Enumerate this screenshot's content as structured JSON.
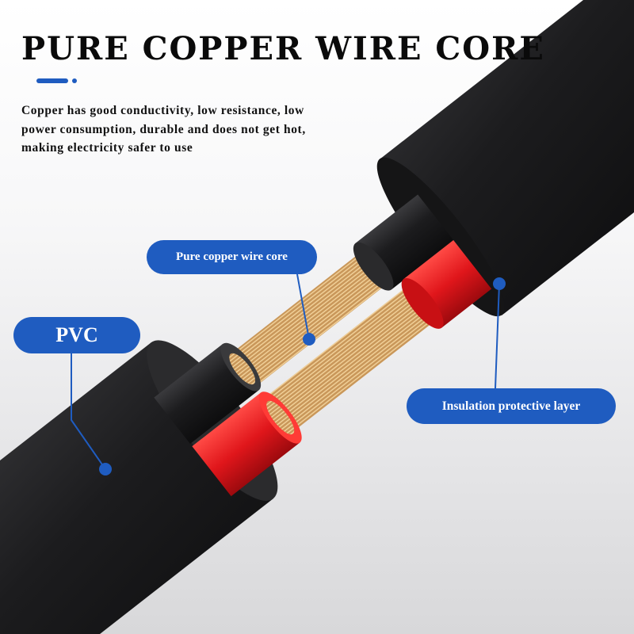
{
  "header": {
    "title": "PURE COPPER WIRE CORE",
    "description_lines": [
      "Copper has good conductivity, low resistance, low",
      "power consumption, durable and does not get hot,",
      "making electricity safer to use"
    ]
  },
  "labels": {
    "copper_core": "Pure copper wire core",
    "pvc": "PVC",
    "insulation": "Insulation protective layer"
  },
  "colors": {
    "accent": "#1f5cc0",
    "jacket": "#1b1b1d",
    "insulation_red": "#e0161b",
    "copper": "#c9975a"
  }
}
